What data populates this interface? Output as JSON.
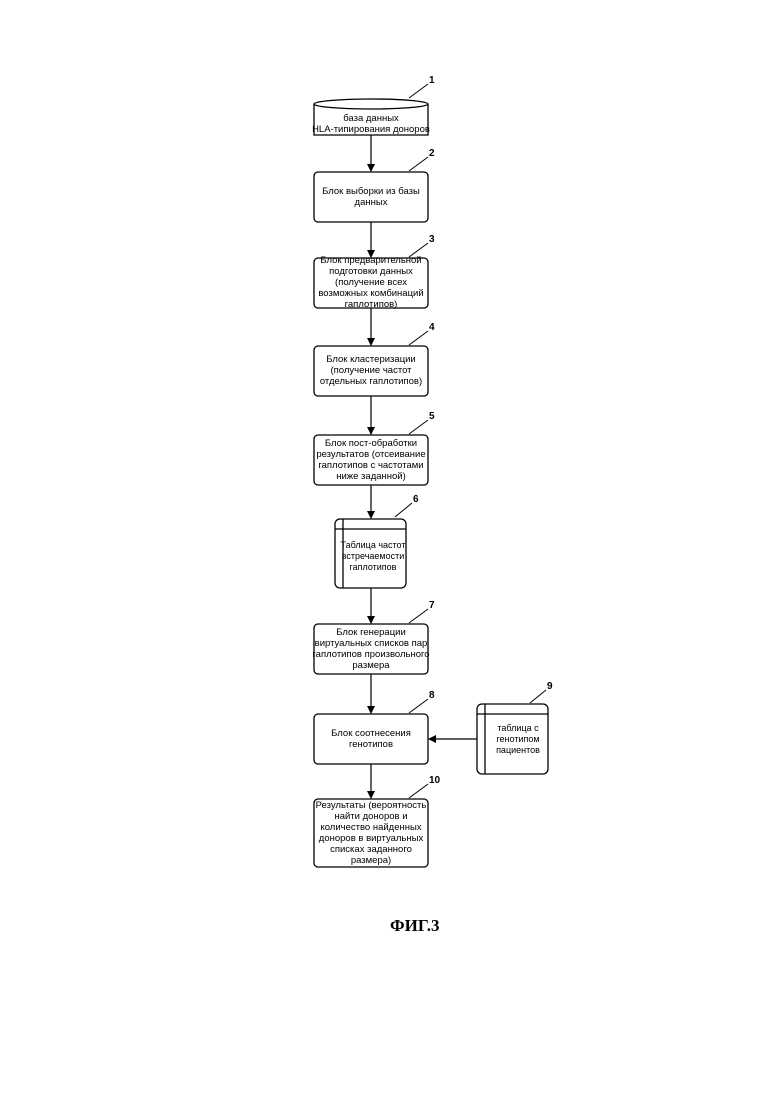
{
  "blocks": [
    {
      "num": "1",
      "text": "база данных\nHLA-типирования доноров"
    },
    {
      "num": "2",
      "text": "Блок выборки из базы\nданных"
    },
    {
      "num": "3",
      "text": "Блок предварительной\nподготовки данных\n(получение всех\nвозможных комбинаций\nгаплотипов)"
    },
    {
      "num": "4",
      "text": "Блок кластеризации\n(получение частот\nотдельных гаплотипов)"
    },
    {
      "num": "5",
      "text": "Блок пост-обработки\nрезультатов (отсеивание\nгаплотипов с частотами\nниже заданной)"
    },
    {
      "num": "6",
      "text": "Таблица частот\nвстречаемости\nгаплотипов"
    },
    {
      "num": "7",
      "text": "Блок генерации\nвиртуальных списков пар\nгаплотипов произвольного\nразмера"
    },
    {
      "num": "8",
      "text": "Блок соотнесения\nгенотипов"
    },
    {
      "num": "9",
      "text": "таблица с\nгенотипом\nпациентов"
    },
    {
      "num": "10",
      "text": "Результаты (вероятность\nнайти доноров и\nколичество найденных\nдоноров в виртуальных\nсписках заданного\nразмера)"
    }
  ],
  "caption": "ФИГ.3"
}
